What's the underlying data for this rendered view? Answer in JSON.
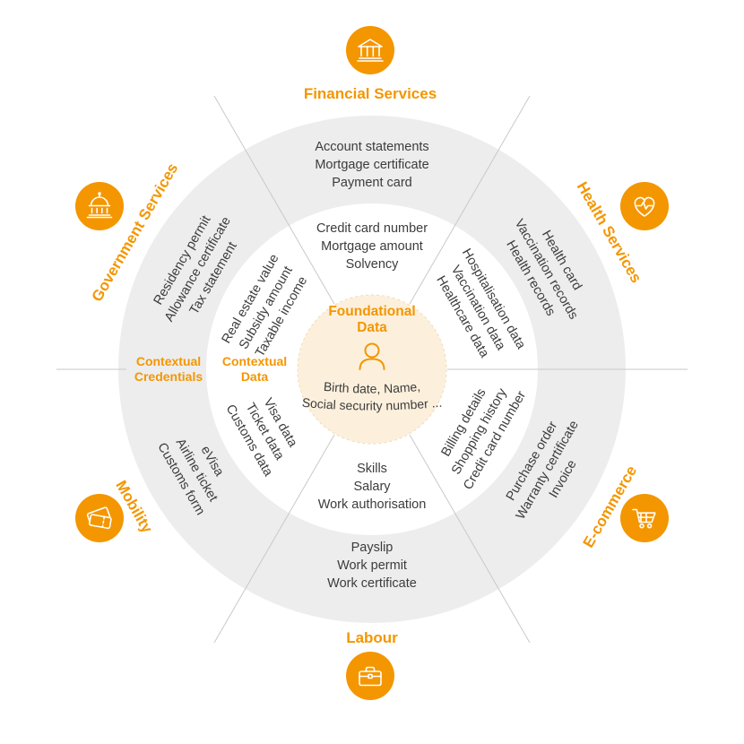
{
  "center": {
    "title_line1": "Foundational",
    "title_line2": "Data",
    "items_line1": "Birth date, Name,",
    "items_line2": "Social security number ...",
    "icon": "person-icon"
  },
  "ring_labels": {
    "outer": {
      "line1": "Contextual",
      "line2": "Credentials"
    },
    "inner": {
      "line1": "Contextual",
      "line2": "Data"
    }
  },
  "colors": {
    "accent": "#f49600",
    "ring": "#ededed",
    "center": "#fcf0dd",
    "line": "#c9c9c9",
    "text": "#3c3c3b"
  },
  "sectors": [
    {
      "id": "financial-services",
      "label": "Financial Services",
      "icon": "bank-icon",
      "outer_items": [
        "Account statements",
        "Mortgage certificate",
        "Payment card"
      ],
      "inner_items": [
        "Credit card number",
        "Mortgage amount",
        "Solvency"
      ]
    },
    {
      "id": "health-services",
      "label": "Health Services",
      "icon": "heart-pulse-icon",
      "outer_items": [
        "Health card",
        "Vaccination records",
        "Health records"
      ],
      "inner_items": [
        "Hospitalisation data",
        "Vaccination data",
        "Healthcare data"
      ]
    },
    {
      "id": "e-commerce",
      "label": "E-commerce",
      "icon": "shopping-cart-icon",
      "outer_items": [
        "Purchase order",
        "Warranty certificate",
        "Invoice"
      ],
      "inner_items": [
        "Billing details",
        "Shopping history",
        "Credit card number"
      ]
    },
    {
      "id": "labour",
      "label": "Labour",
      "icon": "briefcase-icon",
      "outer_items": [
        "Payslip",
        "Work permit",
        "Work certificate"
      ],
      "inner_items": [
        "Skills",
        "Salary",
        "Work authorisation"
      ]
    },
    {
      "id": "mobility",
      "label": "Mobility",
      "icon": "tickets-icon",
      "outer_items": [
        "eVisa",
        "Airline ticket",
        "Customs form"
      ],
      "inner_items": [
        "Visa data",
        "Ticket data",
        "Customs data"
      ]
    },
    {
      "id": "government-services",
      "label": "Government Services",
      "icon": "government-building-icon",
      "outer_items": [
        "Residency permit",
        "Allowance certificate",
        "Tax statement"
      ],
      "inner_items": [
        "Real estate value",
        "Subsidy amount",
        "Taxable income"
      ]
    }
  ]
}
